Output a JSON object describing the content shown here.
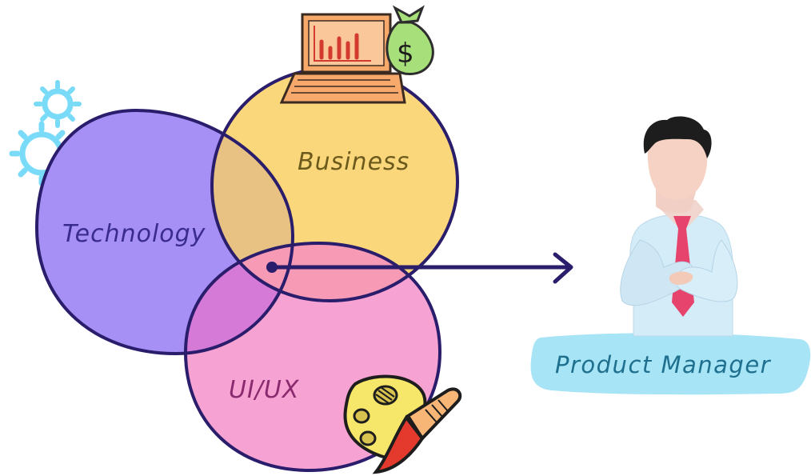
{
  "diagram": {
    "circles": {
      "technology": {
        "label": "Technology",
        "fill": "#a68ff5",
        "text_color": "#3a2c8c"
      },
      "business": {
        "label": "Business",
        "fill": "#fbd77c",
        "text_color": "#6b5a1c"
      },
      "uiux": {
        "label": "UI/UX",
        "fill": "#f6a2d3",
        "text_color": "#8a2a6e"
      }
    },
    "overlap_colors": {
      "tech_business": "#e8c282",
      "business_uiux": "#f69ab6",
      "tech_uiux": "#d67ad8"
    },
    "outline_color": "#2a1d6b",
    "target": {
      "label": "Product Manager",
      "label_color": "#1f6f8e",
      "badge_color": "#a6e4f6"
    },
    "icons": [
      "gears-icon",
      "laptop-chart-icon",
      "money-bag-icon",
      "paint-palette-icon",
      "product-manager-figure"
    ]
  }
}
